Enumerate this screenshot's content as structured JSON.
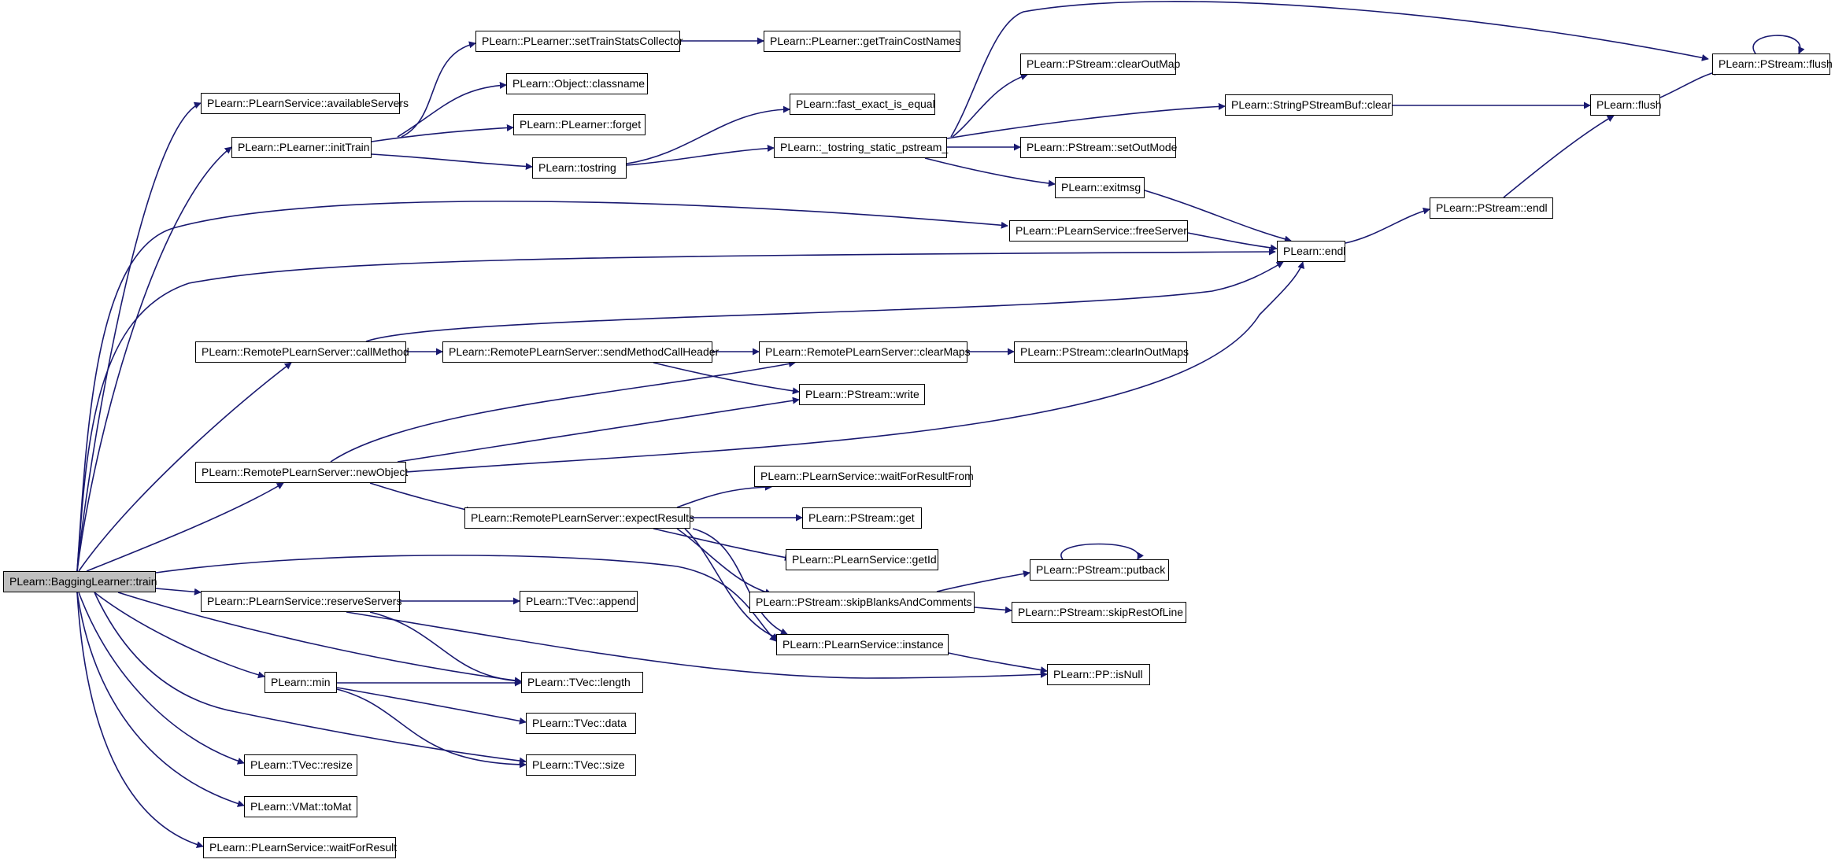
{
  "colors": {
    "edge": "#191970",
    "node_border": "#000000",
    "root_fill": "#bfbfbf",
    "node_fill": "#ffffff"
  },
  "nodes": {
    "bagging_train": "PLearn::BaggingLearner::train",
    "available_servers": "PLearn::PLearnService::availableServers",
    "init_train": "PLearn::PLearner::initTrain",
    "set_train_stats_collector": "PLearn::PLearner::setTrainStatsCollector",
    "get_train_cost_names": "PLearn::PLearner::getTrainCostNames",
    "classname": "PLearn::Object::classname",
    "forget": "PLearn::PLearner::forget",
    "tostring": "PLearn::tostring",
    "fast_exact_is_equal": "PLearn::fast_exact_is_equal",
    "tostring_static_pstream": "PLearn::_tostring_static_pstream_",
    "clear_out_map": "PLearn::PStream::clearOutMap",
    "string_pstreambuf_clear": "PLearn::StringPStreamBuf::clear",
    "set_out_mode": "PLearn::PStream::setOutMode",
    "exitmsg": "PLearn::exitmsg",
    "free_server": "PLearn::PLearnService::freeServer",
    "endl": "PLearn::endl",
    "pstream_endl": "PLearn::PStream::endl",
    "flush": "PLearn::flush",
    "pstream_flush": "PLearn::PStream::flush",
    "call_method": "PLearn::RemotePLearnServer::callMethod",
    "send_method_call_header": "PLearn::RemotePLearnServer::sendMethodCallHeader",
    "clear_maps": "PLearn::RemotePLearnServer::clearMaps",
    "clear_in_out_maps": "PLearn::PStream::clearInOutMaps",
    "write": "PLearn::PStream::write",
    "new_object": "PLearn::RemotePLearnServer::newObject",
    "expect_results": "PLearn::RemotePLearnServer::expectResults",
    "wait_for_result_from": "PLearn::PLearnService::waitForResultFrom",
    "get": "PLearn::PStream::get",
    "get_id": "PLearn::PLearnService::getId",
    "putback": "PLearn::PStream::putback",
    "skip_blanks_and_comments": "PLearn::PStream::skipBlanksAndComments",
    "skip_rest_of_line": "PLearn::PStream::skipRestOfLine",
    "instance": "PLearn::PLearnService::instance",
    "is_null": "PLearn::PP::isNull",
    "reserve_servers": "PLearn::PLearnService::reserveServers",
    "tvec_append": "PLearn::TVec::append",
    "min": "PLearn::min",
    "tvec_length": "PLearn::TVec::length",
    "tvec_data": "PLearn::TVec::data",
    "tvec_size": "PLearn::TVec::size",
    "tvec_resize": "PLearn::TVec::resize",
    "vmat_to_mat": "PLearn::VMat::toMat",
    "wait_for_result": "PLearn::PLearnService::waitForResult"
  }
}
